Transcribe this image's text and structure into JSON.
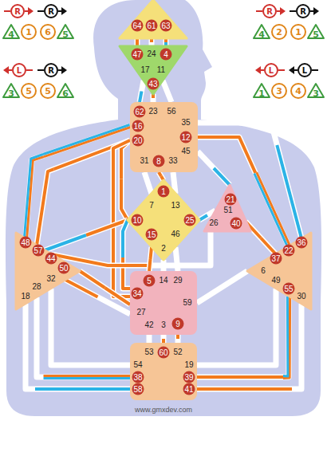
{
  "diagram": {
    "nodes": [
      {
        "text": [
          "64",
          "61",
          "63"
        ]
      },
      {
        "text": [
          "47",
          "24",
          "4",
          "17",
          "11",
          "43"
        ]
      },
      {
        "text": [
          "62",
          "23",
          "56",
          "16",
          "35",
          "20",
          "12",
          "45",
          "31",
          "8",
          "33"
        ]
      },
      {
        "text": [
          "1",
          "7",
          "13",
          "10",
          "25",
          "15",
          "46",
          "2"
        ]
      },
      {
        "text": [
          "21",
          "51",
          "26",
          "40"
        ]
      },
      {
        "text": [
          "48",
          "57",
          "44",
          "50",
          "32",
          "28",
          "18"
        ]
      },
      {
        "text": [
          "5",
          "14",
          "29",
          "34",
          "27",
          "59",
          "42",
          "3",
          "9"
        ]
      },
      {
        "text": [
          "36",
          "22",
          "37",
          "6",
          "49",
          "55",
          "30"
        ]
      },
      {
        "text": [
          "53",
          "60",
          "52",
          "54",
          "19",
          "38",
          "39",
          "58",
          "41"
        ]
      }
    ],
    "edges": [
      {
        "from": 0,
        "to": 1,
        "arrow": "none"
      },
      {
        "from": 0,
        "to": 1,
        "arrow": "none"
      },
      {
        "from": 0,
        "to": 1,
        "arrow": "none"
      },
      {
        "from": 1,
        "to": 2,
        "arrow": "none"
      },
      {
        "from": 1,
        "to": 2,
        "arrow": "none"
      },
      {
        "from": 1,
        "to": 2,
        "arrow": "none"
      },
      {
        "from": 2,
        "to": 3,
        "arrow": "none"
      },
      {
        "from": 2,
        "to": 3,
        "arrow": "none"
      },
      {
        "from": 2,
        "to": 3,
        "arrow": "none"
      },
      {
        "from": 2,
        "to": 3,
        "arrow": "none"
      },
      {
        "from": 2,
        "to": 5,
        "arrow": "none"
      },
      {
        "from": 2,
        "to": 5,
        "arrow": "none"
      },
      {
        "from": 2,
        "to": 6,
        "arrow": "none"
      },
      {
        "from": 3,
        "to": 5,
        "arrow": "none"
      },
      {
        "from": 3,
        "to": 6,
        "arrow": "none"
      },
      {
        "from": 6,
        "to": 5,
        "arrow": "none"
      },
      {
        "from": 6,
        "to": 5,
        "arrow": "none"
      },
      {
        "from": 4,
        "to": 5,
        "arrow": "none"
      },
      {
        "from": 3,
        "to": 4,
        "arrow": "none"
      },
      {
        "from": 2,
        "to": 4,
        "arrow": "none"
      },
      {
        "from": 2,
        "to": 7,
        "arrow": "none"
      },
      {
        "from": 2,
        "to": 7,
        "arrow": "none"
      },
      {
        "from": 4,
        "to": 7,
        "arrow": "none"
      },
      {
        "from": 6,
        "to": 7,
        "arrow": "none"
      },
      {
        "from": 3,
        "to": 6,
        "arrow": "none"
      },
      {
        "from": 3,
        "to": 6,
        "arrow": "none"
      },
      {
        "from": 3,
        "to": 6,
        "arrow": "none"
      },
      {
        "from": 6,
        "to": 8,
        "arrow": "none"
      },
      {
        "from": 6,
        "to": 8,
        "arrow": "none"
      },
      {
        "from": 6,
        "to": 8,
        "arrow": "none"
      },
      {
        "from": 5,
        "to": 8,
        "arrow": "none"
      },
      {
        "from": 5,
        "to": 8,
        "arrow": "none"
      },
      {
        "from": 5,
        "to": 8,
        "arrow": "none"
      },
      {
        "from": 7,
        "to": 8,
        "arrow": "none"
      },
      {
        "from": 7,
        "to": 8,
        "arrow": "none"
      },
      {
        "from": 7,
        "to": 8,
        "arrow": "none"
      }
    ],
    "labels": [
      "R",
      "R",
      "4",
      "1",
      "6",
      "5",
      "L",
      "R",
      "3",
      "5",
      "5",
      "6",
      "R",
      "R",
      "4",
      "2",
      "1",
      "5",
      "L",
      "L",
      "1",
      "3",
      "4",
      "3",
      "www.gmxdev.com"
    ]
  }
}
